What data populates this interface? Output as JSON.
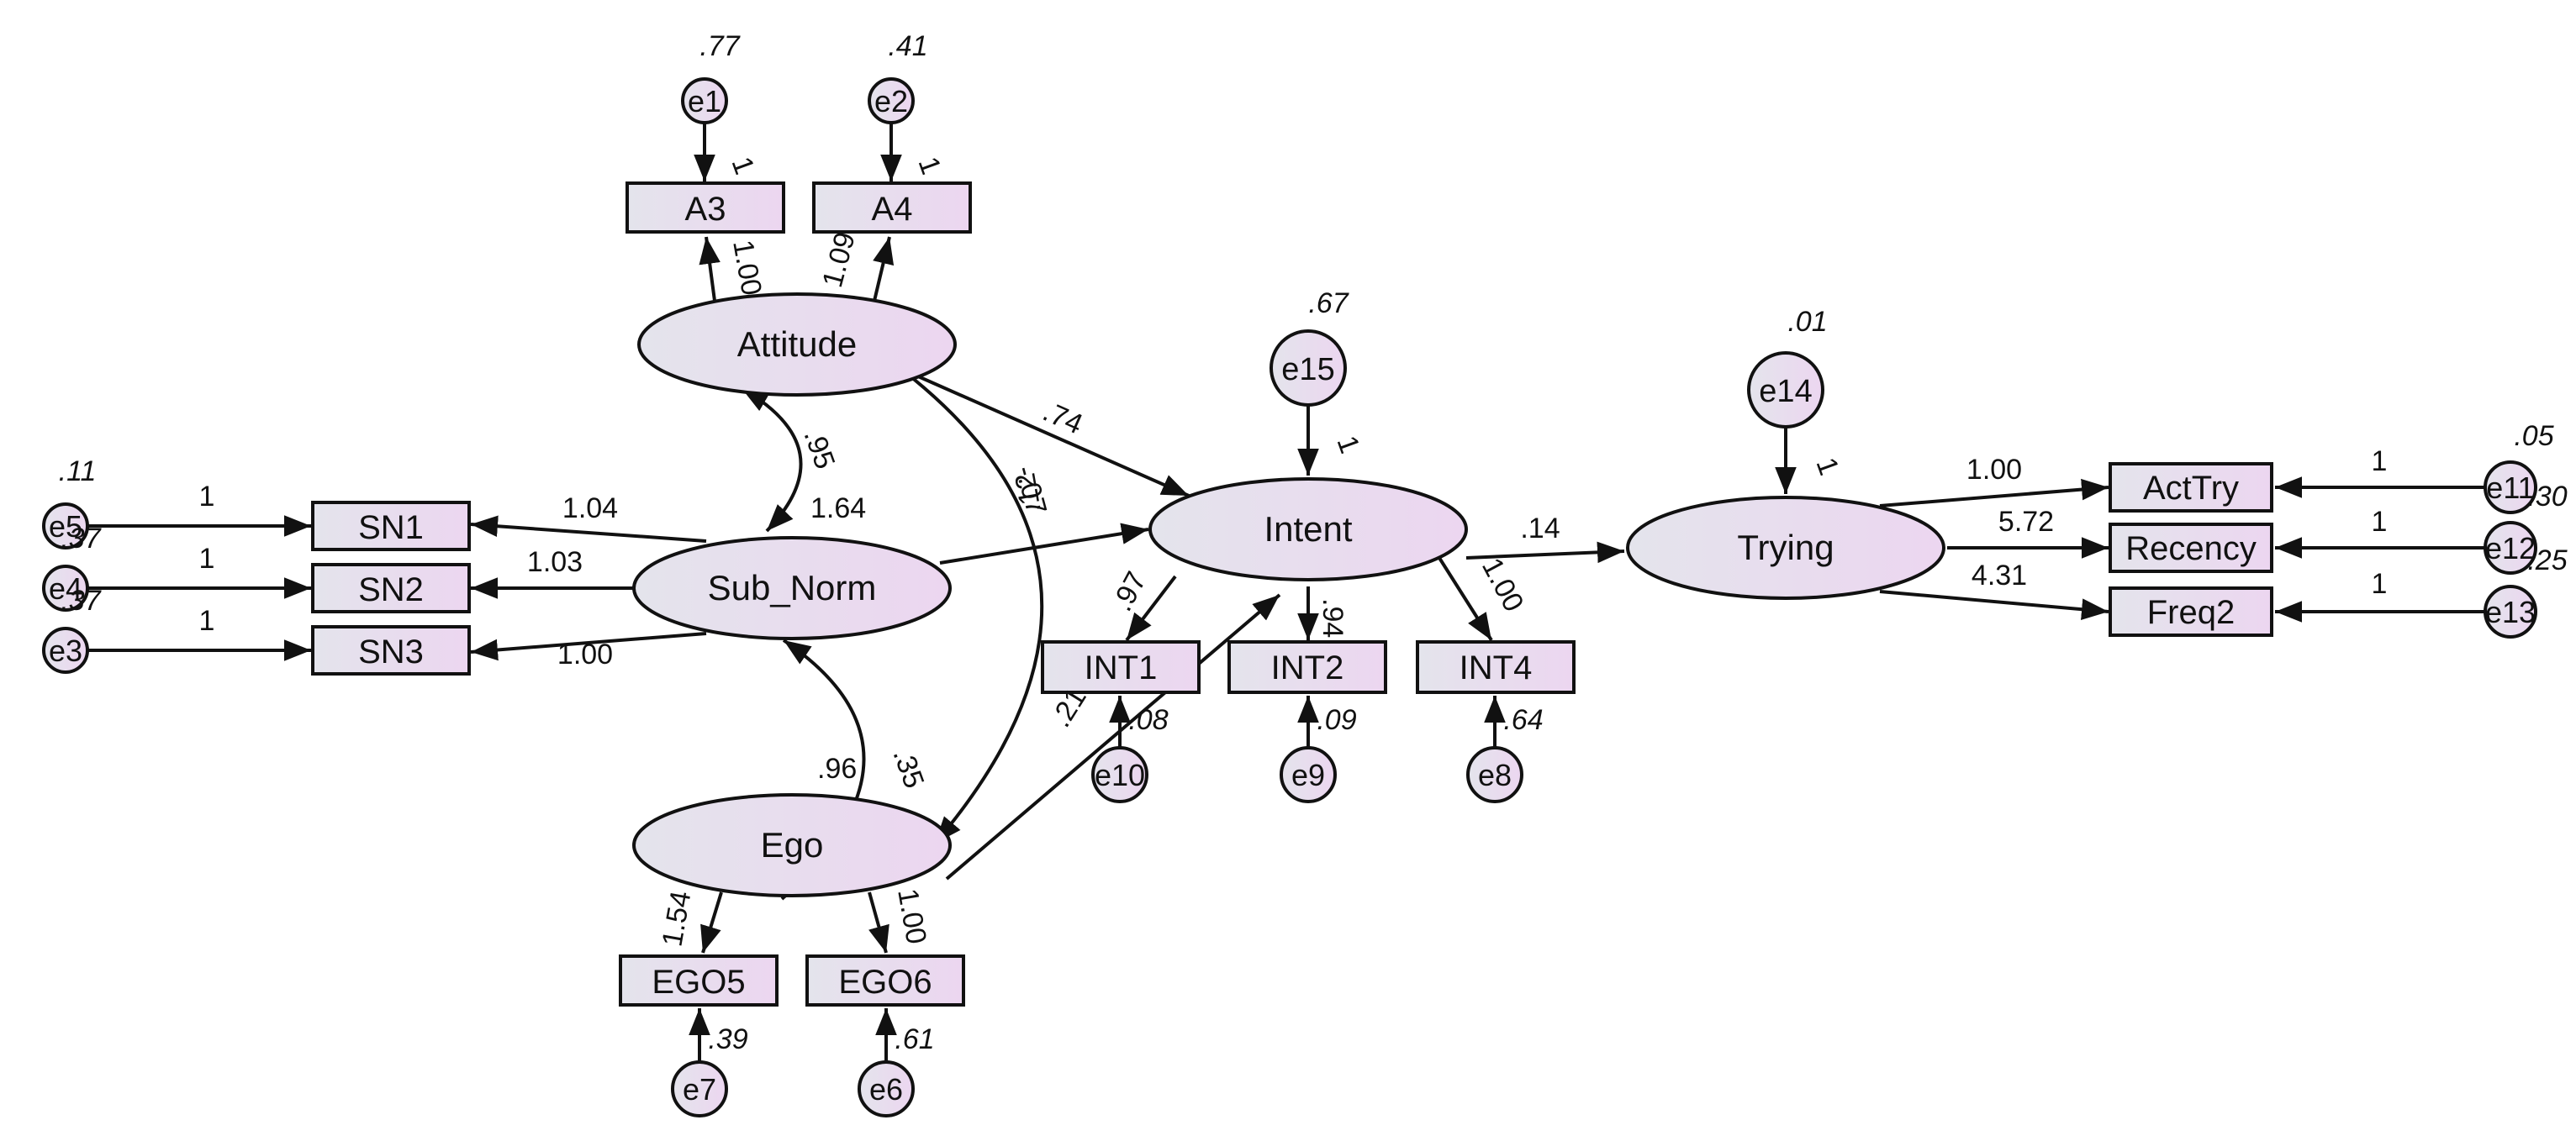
{
  "diagram": {
    "kind": "structural-equation-model",
    "colors": {
      "fill_left": "#e4e4ec",
      "fill_right": "#ecd6f0",
      "stroke": "#111111",
      "text": "#111111"
    },
    "latent": {
      "attitude": "Attitude",
      "sub_norm": "Sub_Norm",
      "ego": "Ego",
      "intent": "Intent",
      "trying": "Trying"
    },
    "observed": {
      "a3": "A3",
      "a4": "A4",
      "sn1": "SN1",
      "sn2": "SN2",
      "sn3": "SN3",
      "ego5": "EGO5",
      "ego6": "EGO6",
      "int1": "INT1",
      "int2": "INT2",
      "int4": "INT4",
      "acttry": "ActTry",
      "recency": "Recency",
      "freq2": "Freq2"
    },
    "errors": {
      "e1": "e1",
      "e2": "e2",
      "e3": "e3",
      "e4": "e4",
      "e5": "e5",
      "e6": "e6",
      "e7": "e7",
      "e8": "e8",
      "e9": "e9",
      "e10": "e10",
      "e11": "e11",
      "e12": "e12",
      "e13": "e13",
      "e14": "e14",
      "e15": "e15"
    },
    "variances": {
      "e1": ".77",
      "e2": ".41",
      "e5": ".11",
      "e4": ".37",
      "e3": ".37",
      "e15": ".67",
      "e14": ".01",
      "e11": ".05",
      "e12": ".30",
      "e13": ".25",
      "e10": ".08",
      "e9": ".09",
      "e8": ".64",
      "e7": ".39",
      "e6": ".61"
    },
    "coefficients": {
      "e1_a3": "1",
      "e2_a4": "1",
      "att_a3": "1.00",
      "att_a4": "1.09",
      "e5_sn1": "1",
      "e4_sn2": "1",
      "e3_sn3": "1",
      "sn_sn1": "1.04",
      "sn_sn2": "1.03",
      "sn_sn3": "1.00",
      "att_sn_cov": ".95",
      "sn_var": "1.64",
      "att_ego_cov": "-.07",
      "sn_ego_cov": ".35",
      "ego_var": ".96",
      "att_int": ".74",
      "sn_int": ".12",
      "ego_int": ".21",
      "e15_int": "1",
      "e14_try": "1",
      "int_int1": ".97",
      "int_int2": ".94",
      "int_int4": "1.00",
      "int_try": ".14",
      "try_acttry": "1.00",
      "try_recency": "5.72",
      "try_freq2": "4.31",
      "e11_acttry": "1",
      "e12_recency": "1",
      "e13_freq2": "1",
      "ego_ego5": "1.54",
      "ego_ego6": "1.00"
    }
  }
}
